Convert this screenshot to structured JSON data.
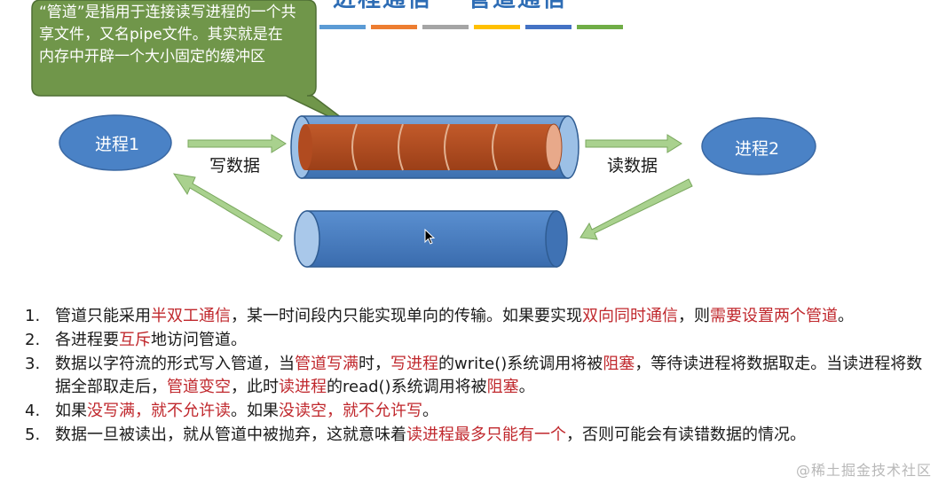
{
  "title": {
    "left": "进程通信",
    "right": "管道通信"
  },
  "color_bars": [
    "#5b9bd5",
    "#ed7d31",
    "#a5a5a5",
    "#ffc000",
    "#4472c4",
    "#70ad47"
  ],
  "callout": {
    "text": "“管道”是指用于连接读写进程的一个共享文件，又名pipe文件。其实就是在内存中开辟一个大小固定的缓冲区",
    "color": "#70964a"
  },
  "nodes": {
    "process1": "进程1",
    "process2": "进程2"
  },
  "arrows": {
    "write": "写数据",
    "read": "读数据"
  },
  "notes": [
    {
      "num": "1.",
      "parts": [
        {
          "t": "管道只能采用",
          "h": false
        },
        {
          "t": "半双工通信",
          "h": true
        },
        {
          "t": "，某一时间段内只能实现单向的传输。如果要实现",
          "h": false
        },
        {
          "t": "双向同时通信",
          "h": true
        },
        {
          "t": "，则",
          "h": false
        },
        {
          "t": "需要设置两个管道",
          "h": true
        },
        {
          "t": "。",
          "h": false
        }
      ]
    },
    {
      "num": "2.",
      "parts": [
        {
          "t": "各进程要",
          "h": false
        },
        {
          "t": "互斥",
          "h": true
        },
        {
          "t": "地访问管道。",
          "h": false
        }
      ]
    },
    {
      "num": "3.",
      "parts": [
        {
          "t": "数据以字符流的形式写入管道，当",
          "h": false
        },
        {
          "t": "管道写满",
          "h": true
        },
        {
          "t": "时，",
          "h": false
        },
        {
          "t": "写进程",
          "h": true
        },
        {
          "t": "的write()系统调用将被",
          "h": false
        },
        {
          "t": "阻塞",
          "h": true
        },
        {
          "t": "，等待读进程将数据取走。当读进程将数据全部取走后，",
          "h": false
        },
        {
          "t": "管道变空",
          "h": true
        },
        {
          "t": "，此时",
          "h": false
        },
        {
          "t": "读进程",
          "h": true
        },
        {
          "t": "的read()系统调用将被",
          "h": false
        },
        {
          "t": "阻塞",
          "h": true
        },
        {
          "t": "。",
          "h": false
        }
      ]
    },
    {
      "num": "4.",
      "parts": [
        {
          "t": "如果",
          "h": false
        },
        {
          "t": "没写满，就不允许读",
          "h": true
        },
        {
          "t": "。如果",
          "h": false
        },
        {
          "t": "没读空，就不允许写",
          "h": true
        },
        {
          "t": "。",
          "h": false
        }
      ]
    },
    {
      "num": "5.",
      "parts": [
        {
          "t": "数据一旦被读出，就从管道中被抛弃，这就意味着",
          "h": false
        },
        {
          "t": "读进程最多只能有一个",
          "h": true
        },
        {
          "t": "，否则可能会有读错数据的情况。",
          "h": false
        }
      ]
    }
  ],
  "watermark": "@稀土掘金技术社区"
}
